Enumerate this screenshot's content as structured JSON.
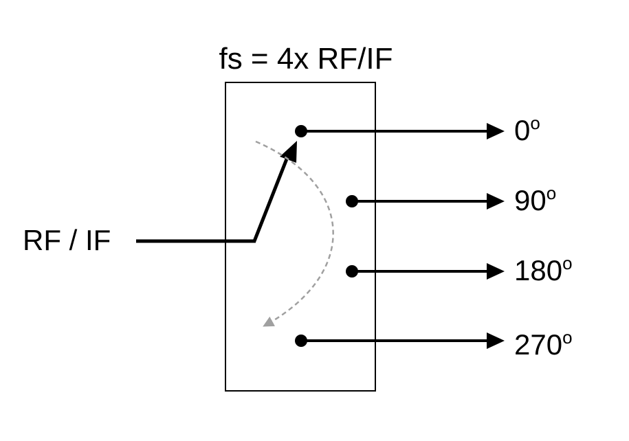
{
  "title": "fs = 4x RF/IF",
  "input": {
    "label": "RF / IF"
  },
  "outputs": [
    {
      "value": "0",
      "degree_mark": "o"
    },
    {
      "value": "90",
      "degree_mark": "o"
    },
    {
      "value": "180",
      "degree_mark": "o"
    },
    {
      "value": "270",
      "degree_mark": "o"
    }
  ],
  "colors": {
    "line": "#000000",
    "rotation_arrow": "#a0a0a0",
    "background": "#ffffff"
  }
}
